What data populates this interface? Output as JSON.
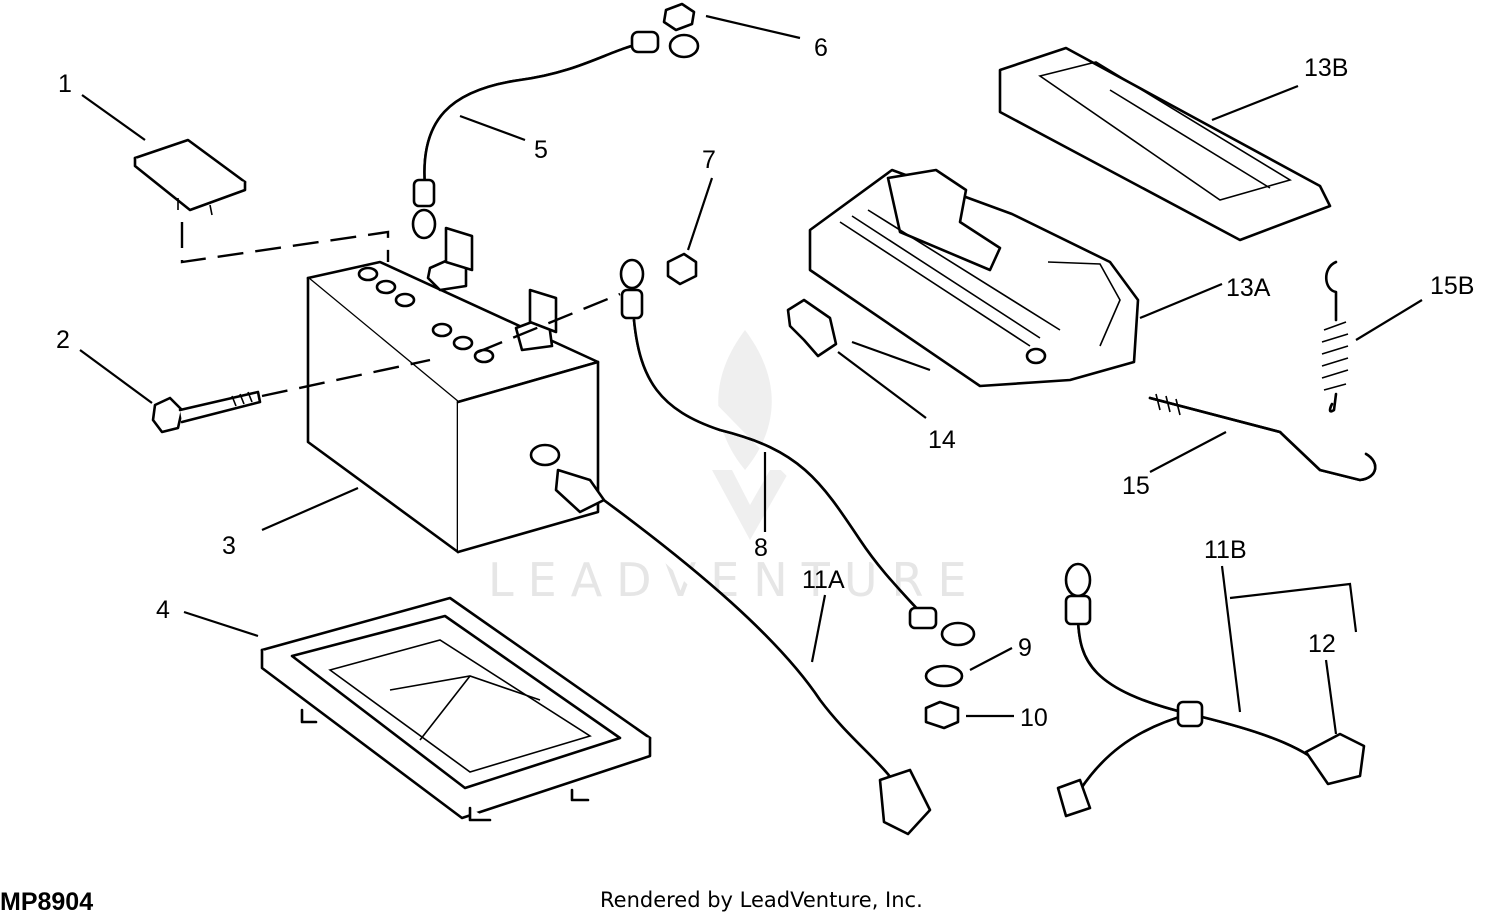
{
  "labels": {
    "p1": "1",
    "p2": "2",
    "p3": "3",
    "p4": "4",
    "p5": "5",
    "p6": "6",
    "p7": "7",
    "p8": "8",
    "p9": "9",
    "p10": "10",
    "p11a": "11A",
    "p11b": "11B",
    "p12": "12",
    "p13a": "13A",
    "p13b": "13B",
    "p14": "14",
    "p15": "15",
    "p15b": "15B"
  },
  "watermark": "LEADVENTURE",
  "diagram_code": "MP8904",
  "credit": "Rendered by LeadVenture, Inc."
}
